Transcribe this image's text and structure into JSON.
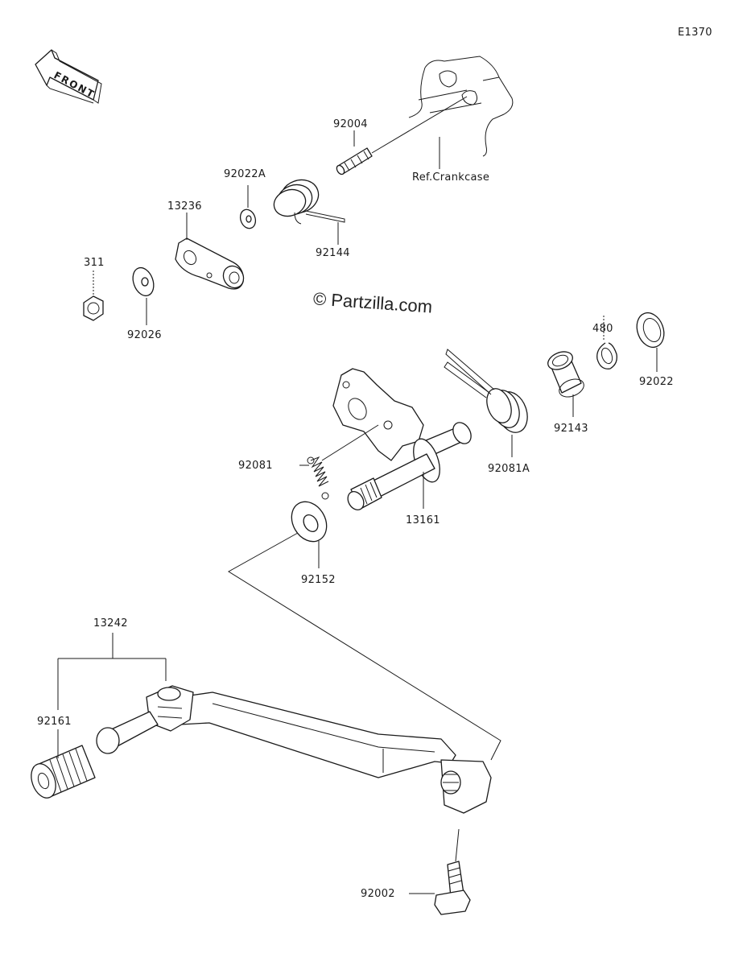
{
  "diagram": {
    "code": "E1370",
    "front_label": "FRONT",
    "watermark": "© Partzilla.com",
    "reference_label": "Ref.Crankcase",
    "parts": [
      {
        "id": "p92004",
        "number": "92004"
      },
      {
        "id": "p92022a",
        "number": "92022A"
      },
      {
        "id": "p13236",
        "number": "13236"
      },
      {
        "id": "p92144",
        "number": "92144"
      },
      {
        "id": "p311",
        "number": "311"
      },
      {
        "id": "p92026",
        "number": "92026"
      },
      {
        "id": "p480",
        "number": "480"
      },
      {
        "id": "p92022",
        "number": "92022"
      },
      {
        "id": "p92143",
        "number": "92143"
      },
      {
        "id": "p92081a",
        "number": "92081A"
      },
      {
        "id": "p92081",
        "number": "92081"
      },
      {
        "id": "p13161",
        "number": "13161"
      },
      {
        "id": "p92152",
        "number": "92152"
      },
      {
        "id": "p13242",
        "number": "13242"
      },
      {
        "id": "p92161",
        "number": "92161"
      },
      {
        "id": "p92002",
        "number": "92002"
      }
    ]
  }
}
